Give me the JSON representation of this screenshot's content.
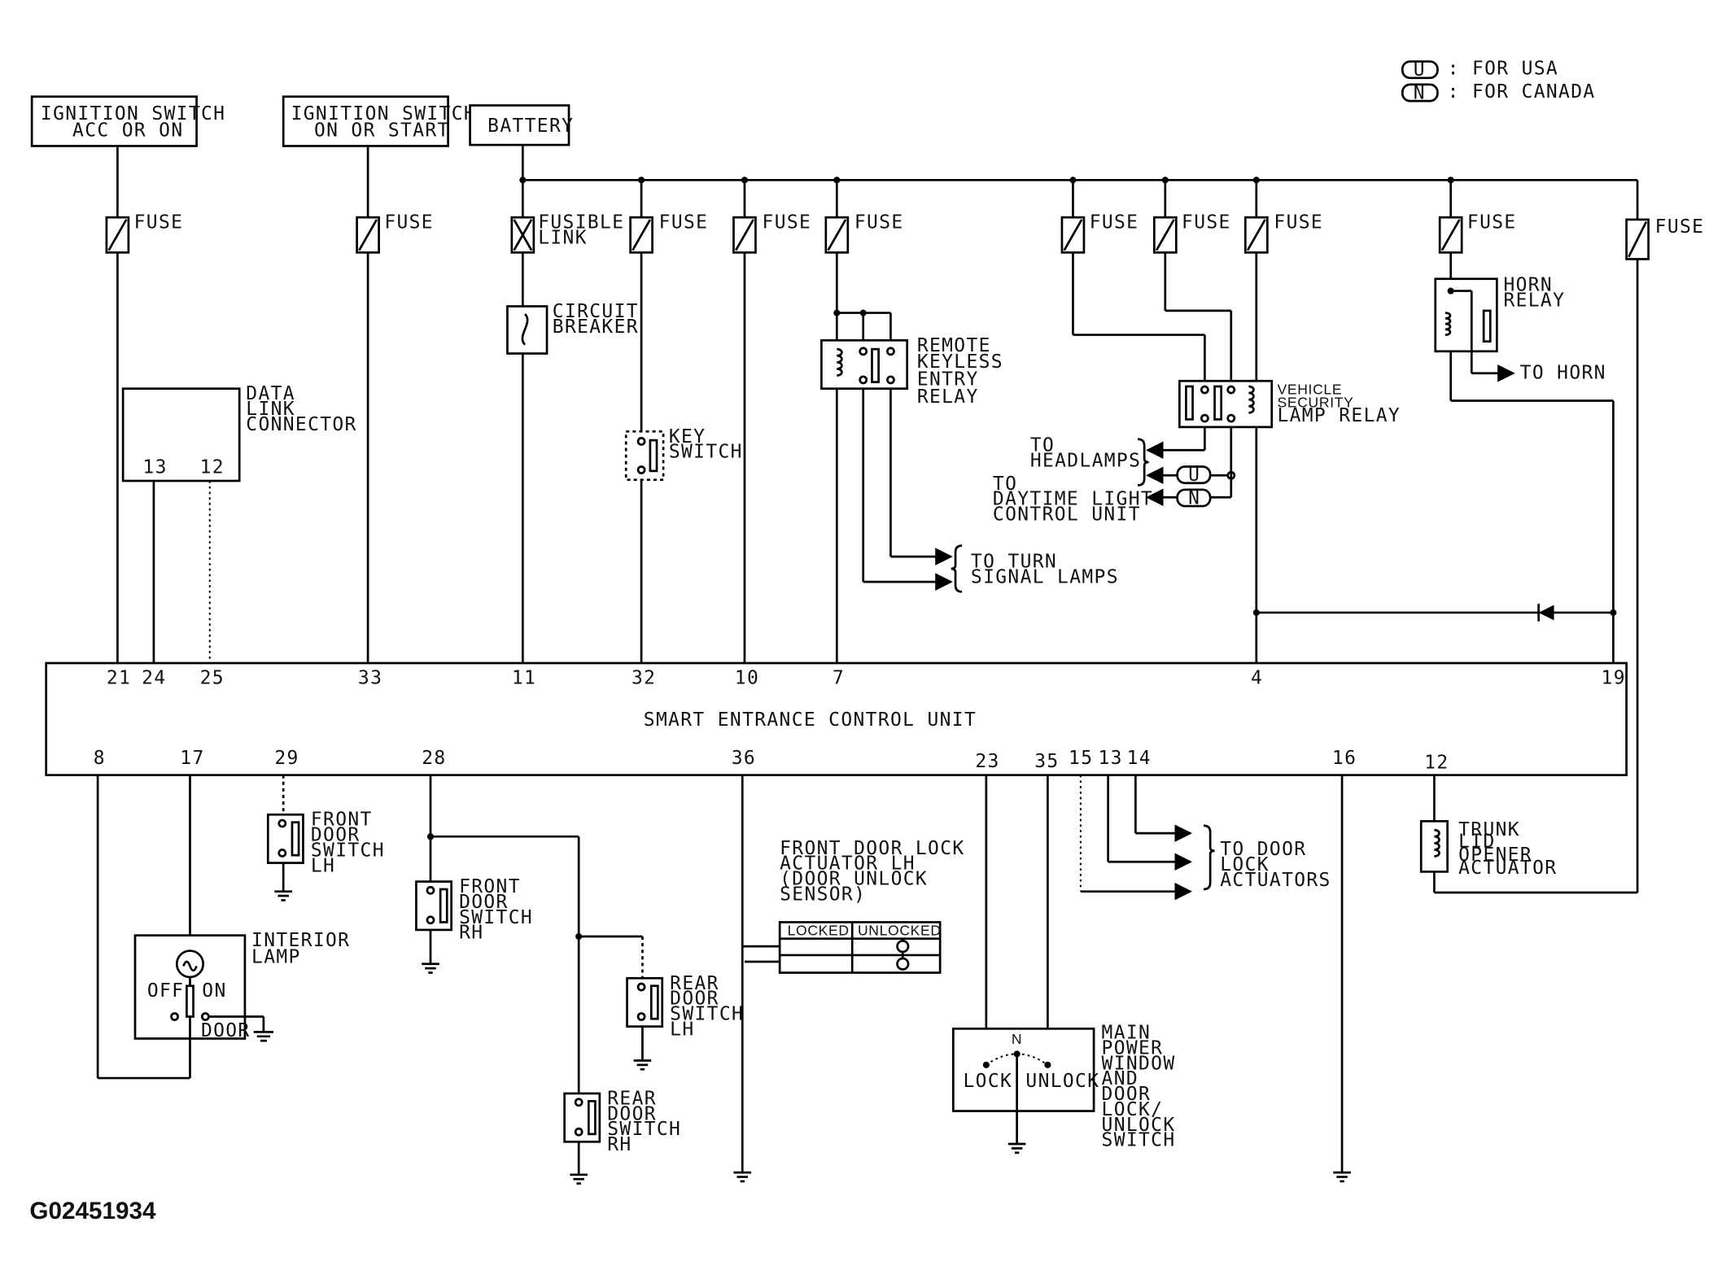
{
  "legend": {
    "usa_symbol": "U",
    "usa_text": ": FOR USA",
    "canada_symbol": "N",
    "canada_text": ": FOR CANADA"
  },
  "sources": {
    "ign_acc_line1": "IGNITION SWITCH",
    "ign_acc_line2": "ACC OR ON",
    "ign_start_line1": "IGNITION SWITCH",
    "ign_start_line2": "ON OR START",
    "battery": "BATTERY"
  },
  "fuses": {
    "fuse": "FUSE",
    "fusible_link_1": "FUSIBLE",
    "fusible_link_2": "LINK",
    "fuse_f5": "FUSE"
  },
  "components": {
    "circuit_breaker_1": "CIRCUIT",
    "circuit_breaker_2": "BREAKER",
    "dlc_1": "DATA",
    "dlc_2": "LINK",
    "dlc_3": "CONNECTOR",
    "dlc_pin_13": "13",
    "dlc_pin_12": "12",
    "key_switch_1": "KEY",
    "key_switch_2": "SWITCH",
    "rke_1": "REMOTE",
    "rke_2": "KEYLESS",
    "rke_3": "ENTRY",
    "rke_4": "RELAY",
    "vsl_1": "VEHICLE",
    "vsl_2": "SECURITY",
    "vsl_3": "LAMP RELAY",
    "horn_relay_1": "HORN",
    "horn_relay_2": "RELAY",
    "to_horn": "TO HORN",
    "to_headlamps_1": "TO",
    "to_headlamps_2": "HEADLAMPS",
    "to_drl_1": "TO",
    "to_drl_2": "DAYTIME LIGHT",
    "to_drl_3": "CONTROL UNIT",
    "to_turn_1": "TO TURN",
    "to_turn_2": "SIGNAL LAMPS",
    "secu": "SMART ENTRANCE CONTROL UNIT",
    "fdsw_lh_1": "FRONT",
    "fdsw_lh_2": "DOOR",
    "fdsw_lh_3": "SWITCH",
    "fdsw_lh_4": "LH",
    "fdsw_rh_1": "FRONT",
    "fdsw_rh_2": "DOOR",
    "fdsw_rh_3": "SWITCH",
    "fdsw_rh_4": "RH",
    "rdsw_lh_1": "REAR",
    "rdsw_lh_2": "DOOR",
    "rdsw_lh_3": "SWITCH",
    "rdsw_lh_4": "LH",
    "rdsw_rh_1": "REAR",
    "rdsw_rh_2": "DOOR",
    "rdsw_rh_3": "SWITCH",
    "rdsw_rh_4": "RH",
    "interior_lamp_1": "INTERIOR",
    "interior_lamp_2": "LAMP",
    "lamp_off": "OFF",
    "lamp_on": "ON",
    "lamp_door": "DOOR",
    "actuator_1": "FRONT DOOR LOCK",
    "actuator_2": "ACTUATOR LH",
    "actuator_3": "(DOOR UNLOCK",
    "actuator_4": "SENSOR)",
    "locked": "LOCKED",
    "unlocked": "UNLOCKED",
    "to_door_1": "TO DOOR",
    "to_door_2": "LOCK",
    "to_door_3": "ACTUATORS",
    "mpw_1": "MAIN",
    "mpw_2": "POWER",
    "mpw_3": "WINDOW",
    "mpw_4": "AND",
    "mpw_5": "DOOR",
    "mpw_6": "LOCK/",
    "mpw_7": "UNLOCK",
    "mpw_8": "SWITCH",
    "mpw_n": "N",
    "mpw_lock": "LOCK",
    "mpw_unlock": "UNLOCK",
    "trunk_1": "TRUNK",
    "trunk_2": "LID",
    "trunk_3": "OPENER",
    "trunk_4": "ACTUATOR"
  },
  "pins_top": {
    "p21": "21",
    "p24": "24",
    "p25": "25",
    "p33": "33",
    "p11": "11",
    "p32": "32",
    "p10": "10",
    "p7": "7",
    "p4": "4",
    "p19": "19"
  },
  "pins_bottom": {
    "p8": "8",
    "p17": "17",
    "p29": "29",
    "p28": "28",
    "p36": "36",
    "p23": "23",
    "p35": "35",
    "p15": "15",
    "p13": "13",
    "p14": "14",
    "p16": "16",
    "p12": "12"
  },
  "figure_code": "G02451934"
}
